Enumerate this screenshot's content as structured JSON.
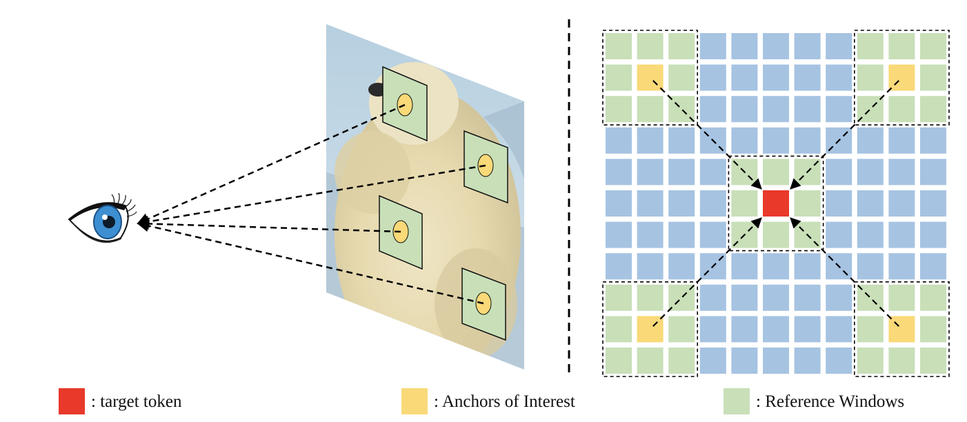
{
  "legend": [
    {
      "swatch_color": "#e8392a",
      "label": ": target token"
    },
    {
      "swatch_color": "#f9d978",
      "label": ": Anchors of Interest"
    },
    {
      "swatch_color": "#c8dfb8",
      "label": ": Reference Windows"
    }
  ],
  "colors": {
    "target": "#e8392a",
    "anchor": "#f9d978",
    "window": "#c8dfb8",
    "token": "#a6c3e2",
    "iris": "#3d8fd1"
  },
  "grid": {
    "rows": 11,
    "cols": 11,
    "target_cell": [
      5,
      5
    ],
    "anchor_cells": [
      [
        1,
        1
      ],
      [
        1,
        9
      ],
      [
        9,
        1
      ],
      [
        9,
        9
      ]
    ],
    "reference_windows": [
      {
        "rows": [
          0,
          2
        ],
        "cols": [
          0,
          2
        ]
      },
      {
        "rows": [
          0,
          2
        ],
        "cols": [
          8,
          10
        ]
      },
      {
        "rows": [
          8,
          10
        ],
        "cols": [
          0,
          2
        ]
      },
      {
        "rows": [
          8,
          10
        ],
        "cols": [
          8,
          10
        ]
      },
      {
        "rows": [
          4,
          6
        ],
        "cols": [
          4,
          6
        ]
      }
    ]
  },
  "left_panel": {
    "viewer": "eye-icon",
    "image_subject": "polar bear photo",
    "sampled_windows": 4
  }
}
